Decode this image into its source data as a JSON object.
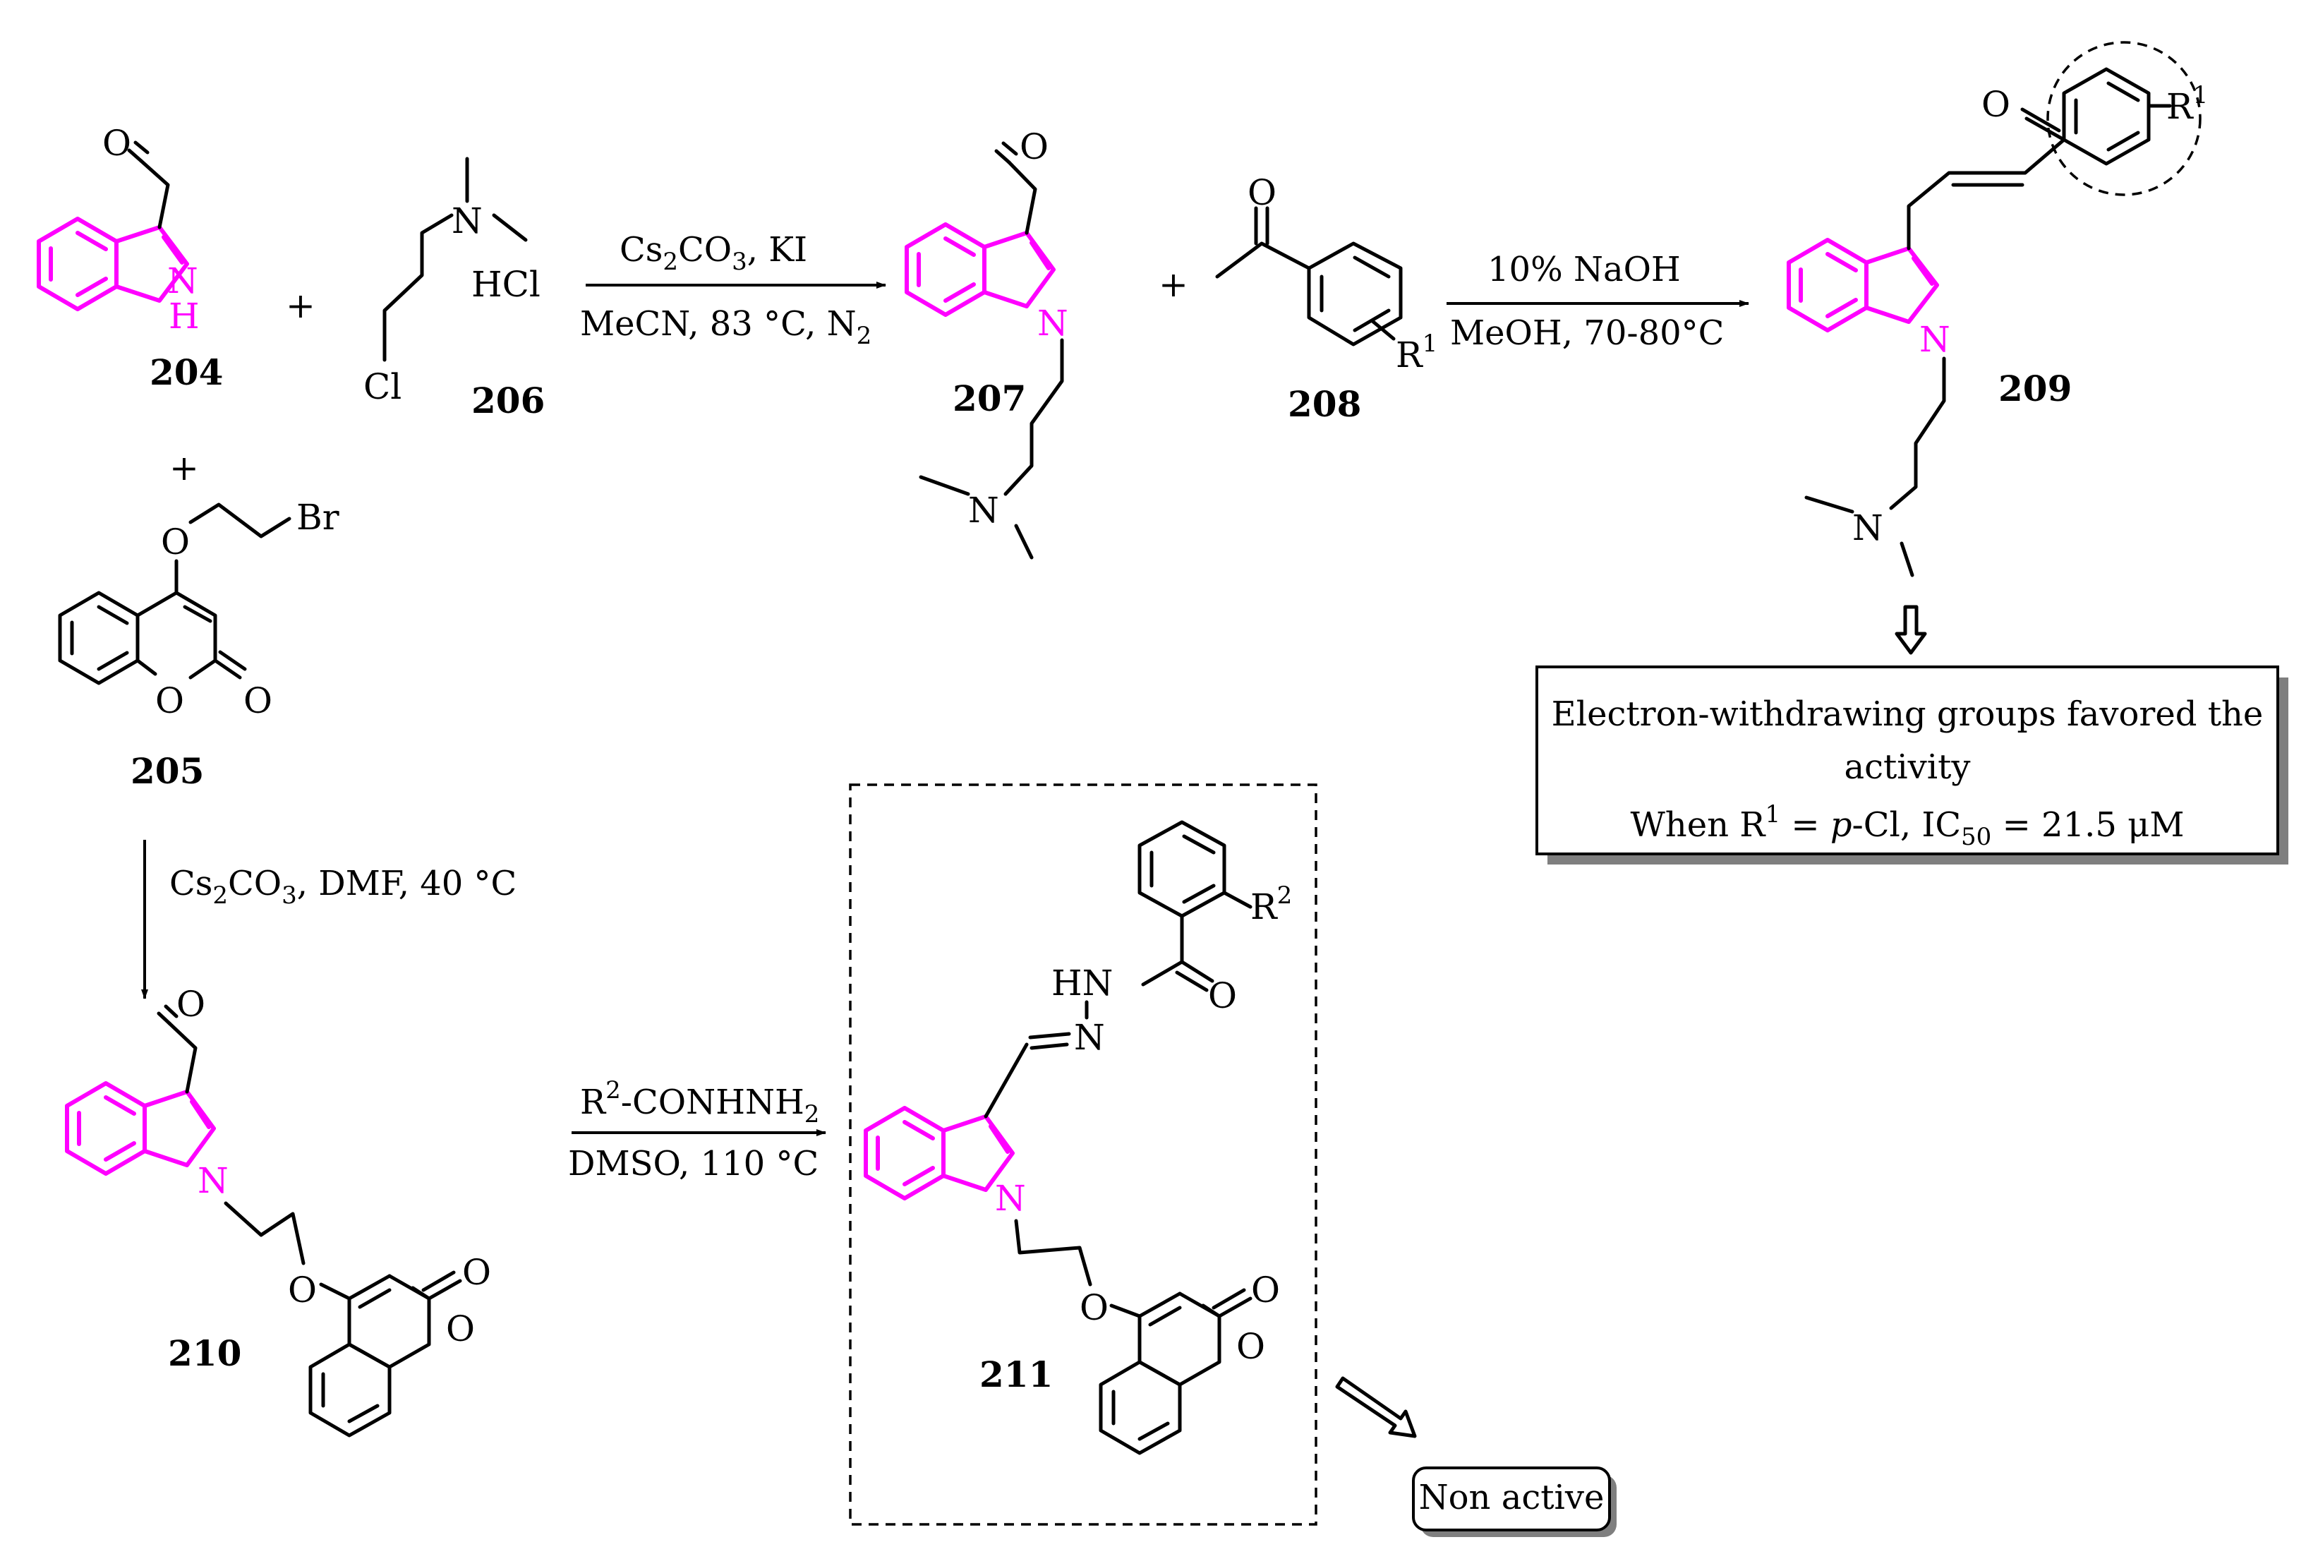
{
  "compounds": {
    "c204": "204",
    "c205": "205",
    "c206": "206",
    "c207": "207",
    "c208": "208",
    "c209": "209",
    "c210": "210",
    "c211": "211"
  },
  "atoms": {
    "O": "O",
    "N": "N",
    "H": "H",
    "Cl": "Cl",
    "Br": "Br",
    "HCl": "HCl",
    "HN": "HN",
    "R": "R",
    "sup1": "1",
    "sup2": "2"
  },
  "plus": "+",
  "reactions": {
    "step1": {
      "line1_a": "Cs",
      "line1_b": "2",
      "line1_c": "CO",
      "line1_d": "3",
      "line1_e": ", KI",
      "line2_a": "MeCN, 83 °C, N",
      "line2_b": "2"
    },
    "step2": {
      "line1": "10% NaOH",
      "line2": "MeOH, 70-80°C"
    },
    "step3": {
      "line1_a": "Cs",
      "line1_b": "2",
      "line1_c": "CO",
      "line1_d": "3",
      "line1_e": ", DMF, 40 °C"
    },
    "step4": {
      "line1_a": "R",
      "line1_b": "2",
      "line1_c": "-CONHNH",
      "line1_d": "2",
      "line2": "DMSO, 110 °C"
    }
  },
  "sar_box": {
    "line1": "Electron-withdrawing groups favored the",
    "line2": "activity",
    "line3_a": "When R",
    "line3_b": "1",
    "line3_c": " = ",
    "line3_d": "p",
    "line3_e": "-Cl, IC",
    "line3_f": "50",
    "line3_g": " = 21.5 μM"
  },
  "non_active": "Non active",
  "colors": {
    "indole": "#ff00ff",
    "ink": "#000000"
  }
}
